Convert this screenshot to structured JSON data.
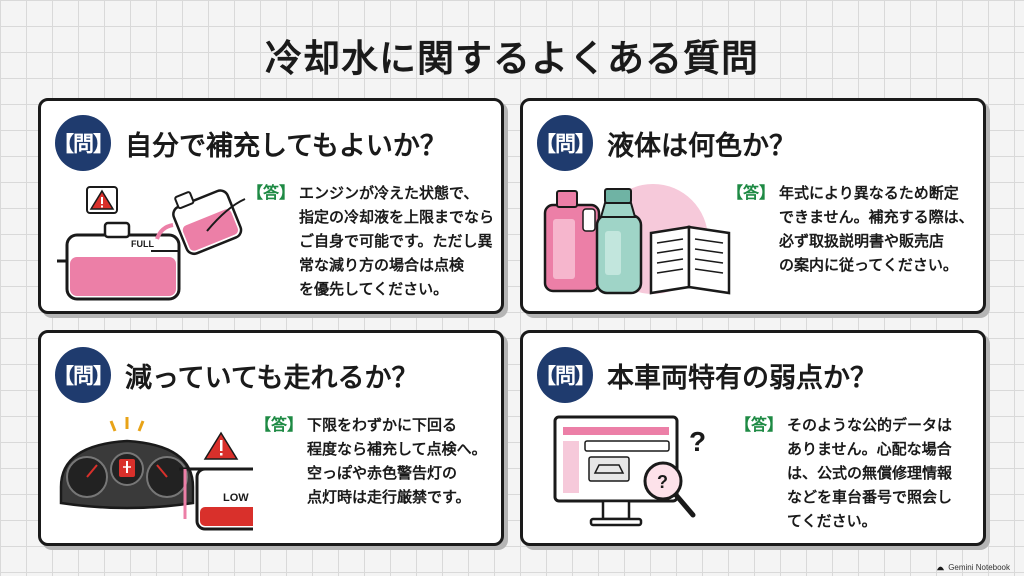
{
  "page": {
    "title": "冷却水に関するよくある質問"
  },
  "labels": {
    "question_badge": "【問】",
    "answer_badge": "【答】"
  },
  "cards": [
    {
      "question": "自分で補充してもよいか？",
      "answer_lines": [
        "エンジンが冷えた状態で、",
        "指定の冷却液を上限までなら",
        "ご自身で可能です。ただし異",
        "常な減り方の場合は点検",
        "を優先してください。"
      ],
      "illustration": {
        "icons": [
          "warning-icon",
          "coolant-bottle-icon",
          "reservoir-tank-icon"
        ],
        "tank_label": "FULL"
      }
    },
    {
      "question": "液体は何色か？",
      "answer_lines": [
        "年式により異なるため断定",
        "できません。補充する際は、",
        "必ず取扱説明書や販売店",
        "の案内に従ってください。"
      ],
      "illustration": {
        "icons": [
          "pink-bottle-icon",
          "green-bottle-icon",
          "manual-book-icon"
        ]
      }
    },
    {
      "question": "減っていても走れるか？",
      "answer_lines": [
        "下限をわずかに下回る",
        "程度なら補充して点検へ。",
        "空っぽや赤色警告灯の",
        "点灯時は走行厳禁です。"
      ],
      "illustration": {
        "icons": [
          "dashboard-icon",
          "coolant-warning-light-icon",
          "warning-icon",
          "reservoir-tank-icon"
        ],
        "tank_label": "LOW"
      }
    },
    {
      "question": "本車両特有の弱点か？",
      "answer_lines": [
        "そのような公的データは",
        "ありません。心配な場合",
        "は、公式の無償修理情報",
        "などを車台番号で照会し",
        "てください。"
      ],
      "illustration": {
        "icons": [
          "monitor-icon",
          "magnifier-icon",
          "question-mark-icon"
        ],
        "symbol": "?"
      }
    }
  ],
  "footer": {
    "brand": "Gemini Notebook"
  },
  "colors": {
    "navy": "#1f3b6e",
    "green": "#1e8a44",
    "pink": "#ec7fa7",
    "red": "#d9302b",
    "teal": "#9fd4c7"
  }
}
